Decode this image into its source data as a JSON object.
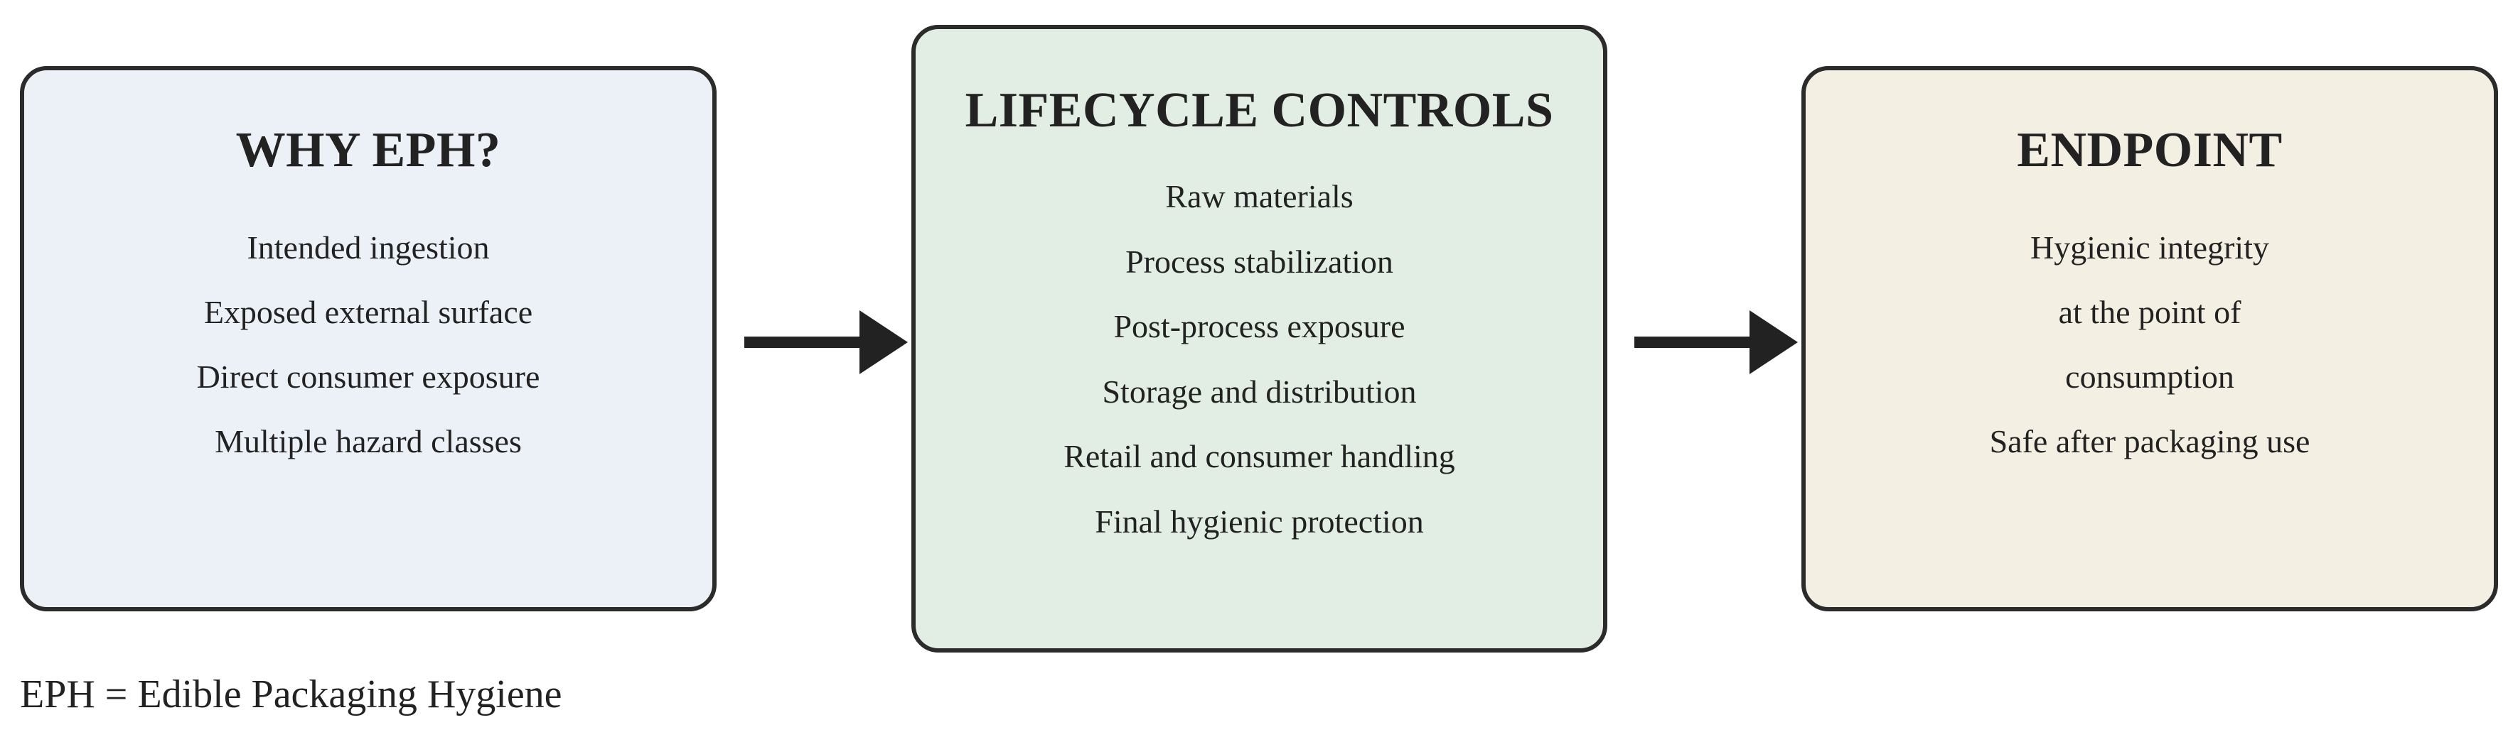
{
  "boxes": {
    "why": {
      "title": "WHY EPH?",
      "items": [
        "Intended ingestion",
        "Exposed external surface",
        "Direct consumer exposure",
        "Multiple hazard classes"
      ]
    },
    "lifecycle": {
      "title": "LIFECYCLE CONTROLS",
      "items": [
        "Raw materials",
        "Process stabilization",
        "Post-process exposure",
        "Storage and distribution",
        "Retail and consumer handling",
        "Final hygienic protection"
      ]
    },
    "endpoint": {
      "title": "ENDPOINT",
      "items": [
        "Hygienic integrity",
        "at the point of",
        "consumption",
        "Safe after packaging use"
      ]
    }
  },
  "footnote": "EPH = Edible Packaging Hygiene",
  "colors": {
    "why_fill": "#ecf1f7",
    "lifecycle_fill": "#e2eee3",
    "endpoint_fill": "#f3efe3",
    "border": "#2b2b2b",
    "arrow": "#222222"
  }
}
